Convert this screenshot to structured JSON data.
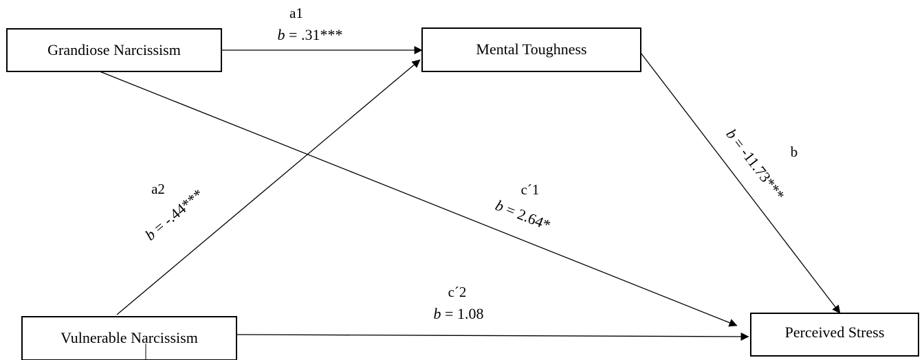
{
  "nodes": {
    "grandiose": {
      "label": "Grandiose Narcissism"
    },
    "mental_toughness": {
      "label": "Mental Toughness"
    },
    "vulnerable": {
      "label": "Vulnerable Narcissism"
    },
    "perceived_stress": {
      "label": "Perceived Stress"
    }
  },
  "paths": {
    "a1": {
      "name": "a1",
      "b_symbol": "b",
      "b_value": " = .31***"
    },
    "a2": {
      "name": "a2",
      "b_symbol": "b",
      "b_value": " = -.44***"
    },
    "b": {
      "name": "b",
      "b_symbol": "b",
      "b_value": " = -11.73***"
    },
    "c1": {
      "name": "c´1",
      "b_symbol": "b",
      "b_value": " = 2.64*"
    },
    "c2": {
      "name": "c´2",
      "b_symbol": "b",
      "b_value": " = 1.08"
    }
  }
}
